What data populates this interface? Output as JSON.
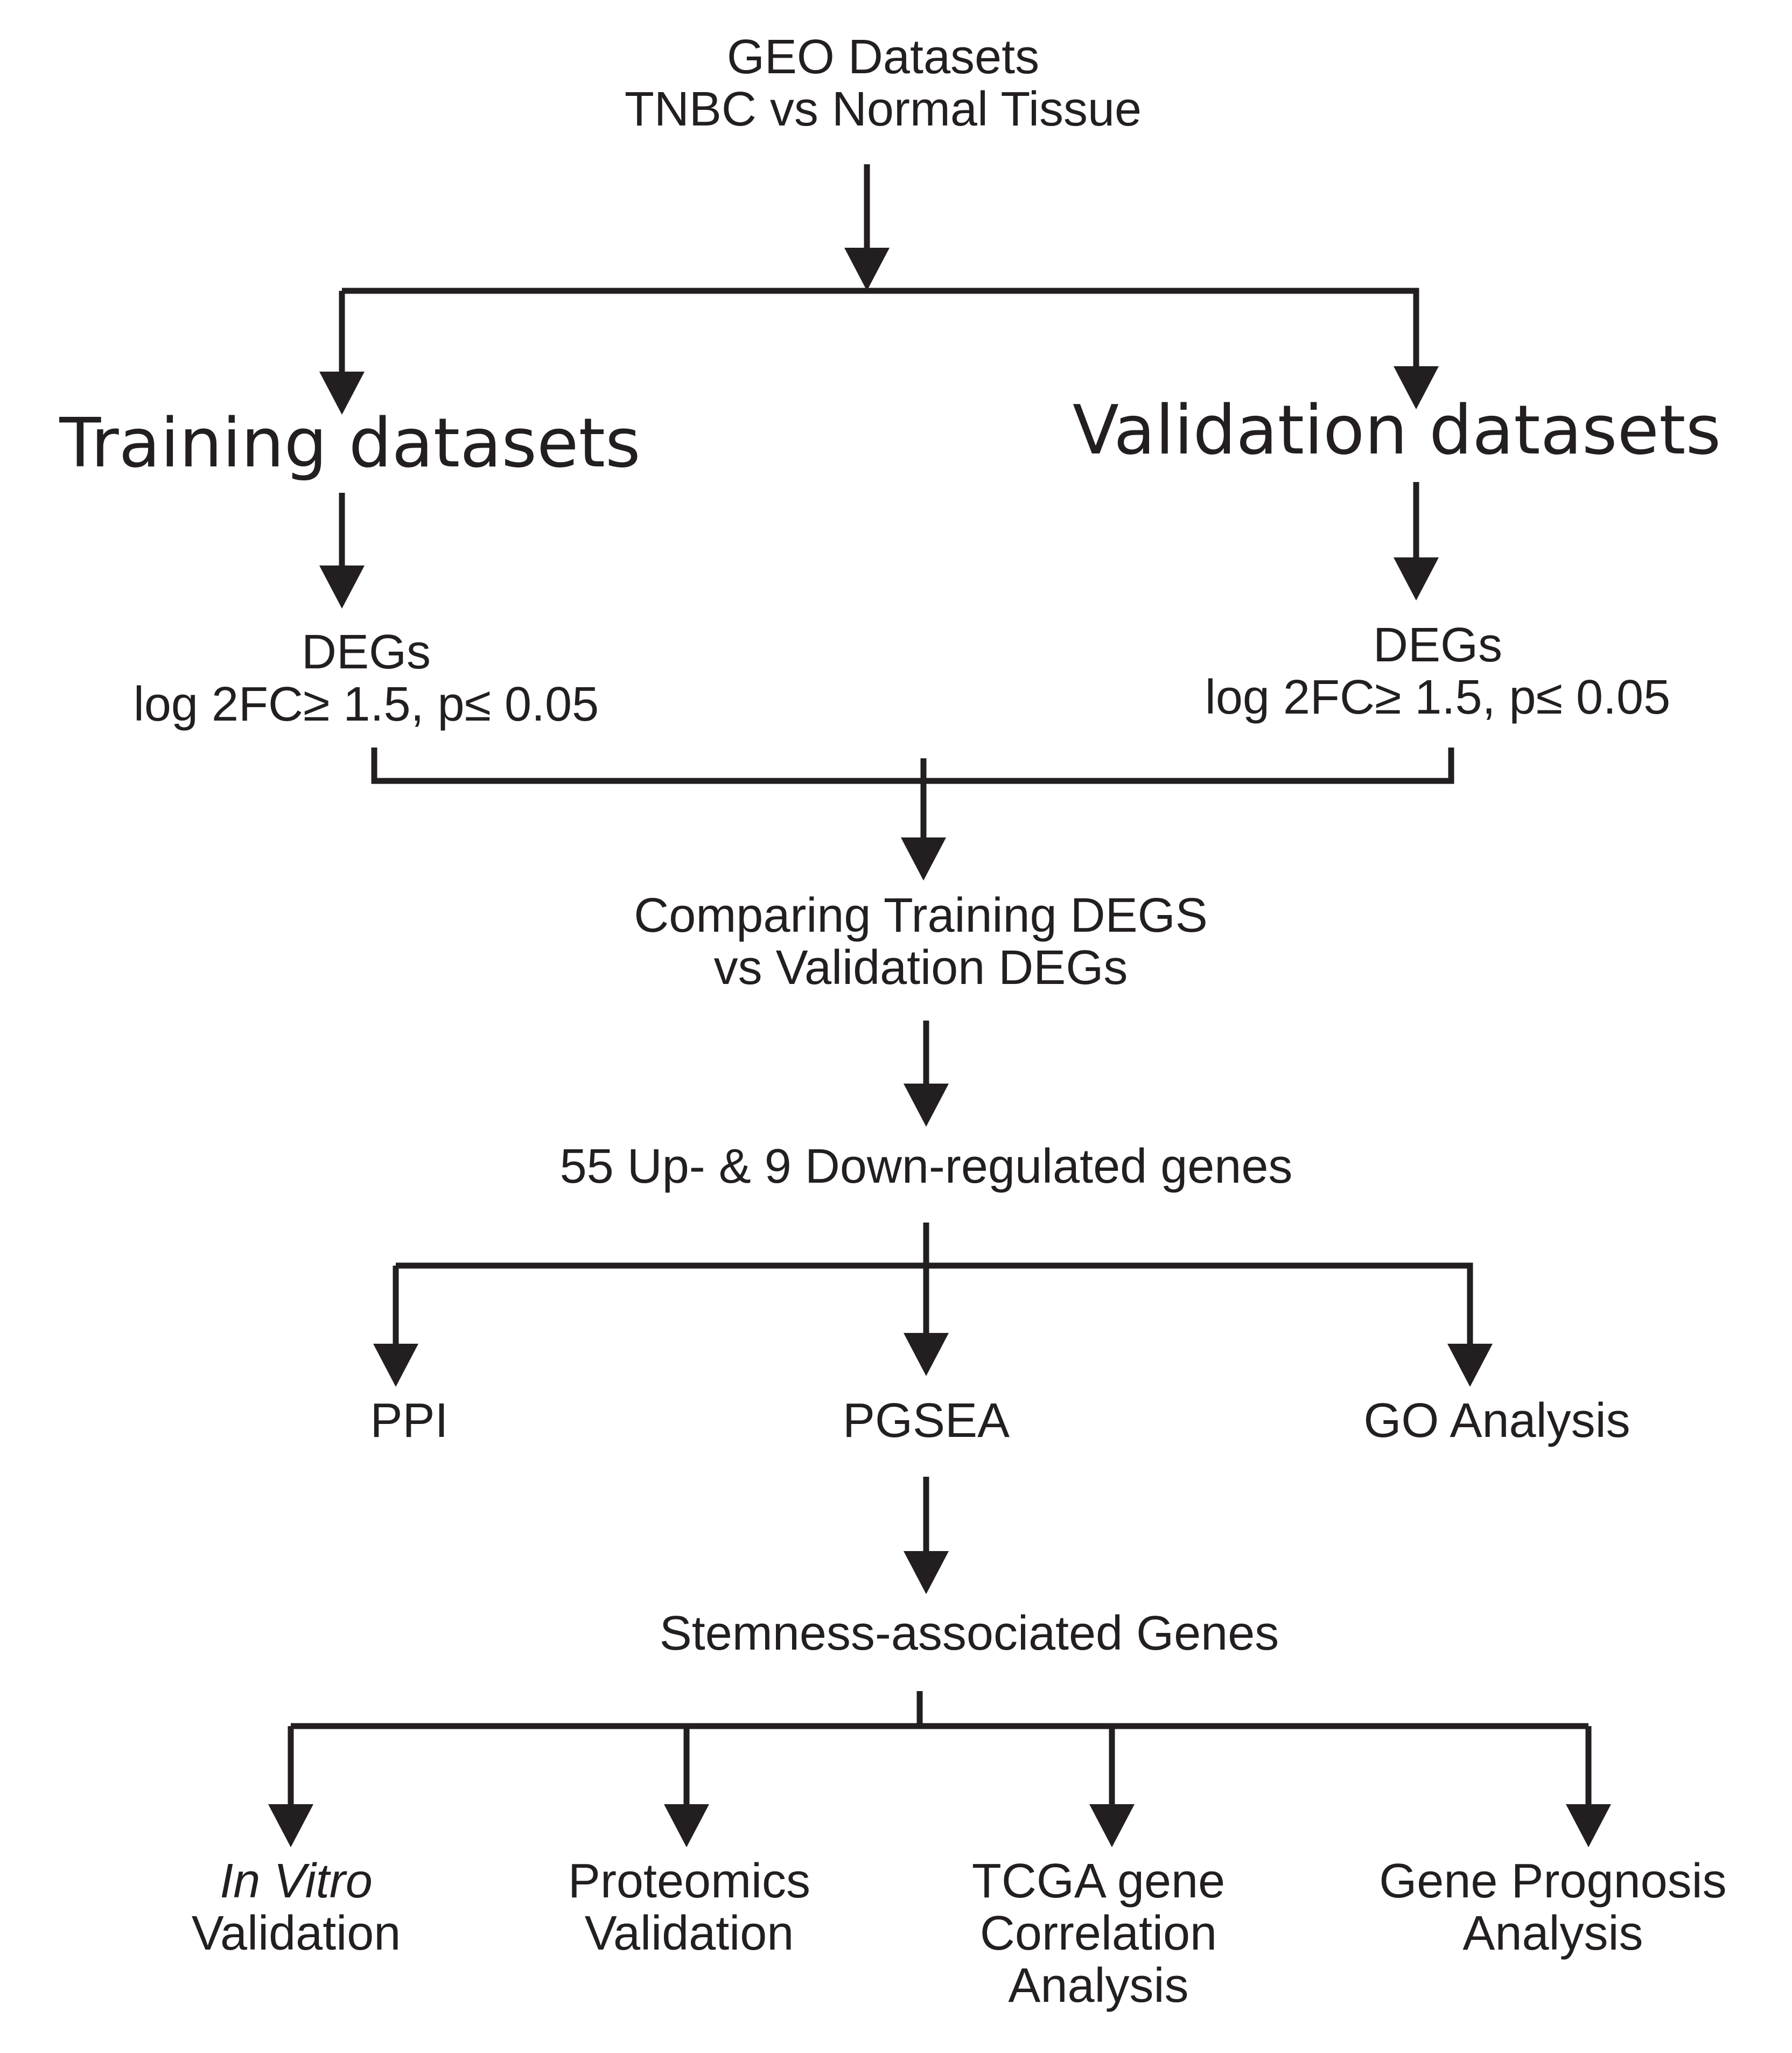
{
  "nodes": {
    "source": {
      "line1": "GEO Datasets",
      "line2": "TNBC vs Normal Tissue"
    },
    "training": {
      "label": "Training datasets"
    },
    "validation": {
      "label": "Validation datasets"
    },
    "training_degs": {
      "line1": "DEGs",
      "line2": "log 2FC≥ 1.5, p≤ 0.05"
    },
    "validation_degs": {
      "line1": "DEGs",
      "line2": "log 2FC≥ 1.5, p≤ 0.05"
    },
    "compare": {
      "line1": "Comparing Training DEGS",
      "line2": "vs Validation DEGs"
    },
    "genes": {
      "label": "55 Up- & 9 Down-regulated genes"
    },
    "ppi": {
      "label": "PPI"
    },
    "pgsea": {
      "label": "PGSEA"
    },
    "go": {
      "label": "GO Analysis"
    },
    "stemness": {
      "label": "Stemness-associated Genes"
    },
    "in_vitro": {
      "line1": "In Vitro",
      "line2": "Validation"
    },
    "proteomics": {
      "line1": "Proteomics",
      "line2": "Validation"
    },
    "tcga": {
      "line1": "TCGA gene",
      "line2": "Correlation",
      "line3": "Analysis"
    },
    "prognosis": {
      "line1": "Gene Prognosis",
      "line2": "Analysis"
    }
  },
  "colors": {
    "ink": "#231f20",
    "background": "#ffffff"
  }
}
